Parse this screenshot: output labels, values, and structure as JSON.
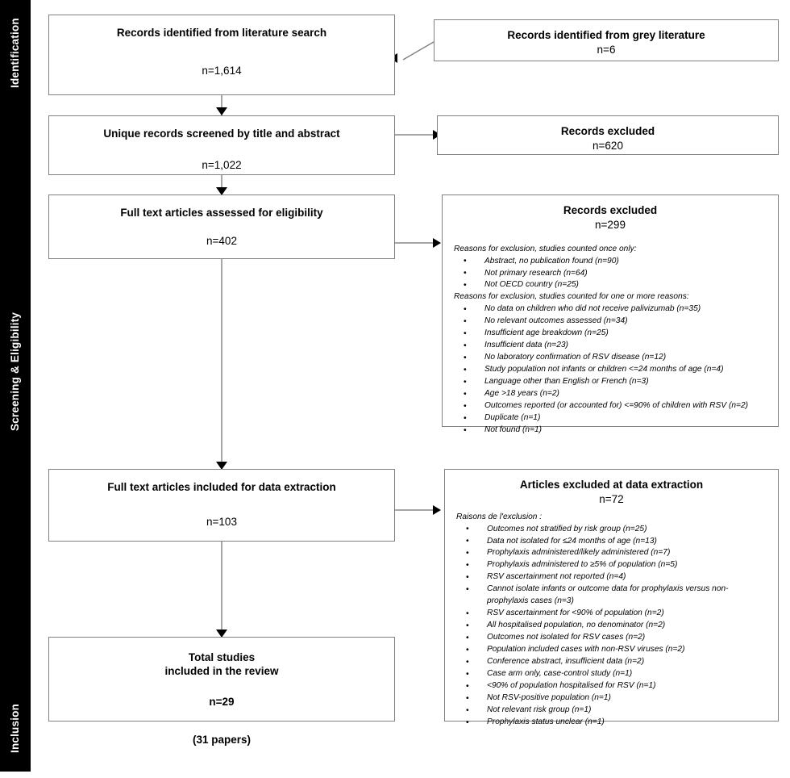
{
  "phases": [
    {
      "label": "Identification"
    },
    {
      "label": "Screening & Eligibility"
    },
    {
      "label": "Inclusion"
    }
  ],
  "boxes": {
    "identified": {
      "title": "Records identified from literature search",
      "count": "n=1,614"
    },
    "grey_literature": {
      "title": "Records identified from grey literature",
      "count": "n=6"
    },
    "screened": {
      "title": "Unique records screened by title and abstract",
      "count": "n=1,022"
    },
    "excluded_screening": {
      "title": "Records excluded",
      "count": "n=620"
    },
    "full_text_assessed": {
      "title": "Full text articles assessed for eligibility",
      "count": "n=402"
    },
    "excluded_eligibility": {
      "title": "Records excluded",
      "count": "n=299",
      "heading_once": "Reasons for exclusion, studies counted once only:",
      "reasons_once": [
        "Abstract, no publication found (n=90)",
        "Not primary research (n=64)",
        "Not OECD country (n=25)"
      ],
      "heading_multi": "Reasons for exclusion, studies counted for one or more reasons:",
      "reasons_multi": [
        "No data on children who did not receive palivizumab (n=35)",
        "No relevant outcomes assessed (n=34)",
        "Insufficient age breakdown (n=25)",
        "Insufficient data (n=23)",
        "No laboratory confirmation of RSV disease (n=12)",
        "Study population not infants or children <=24 months of age (n=4)",
        "Language other than English or French (n=3)",
        "Age >18 years (n=2)",
        "Outcomes reported (or accounted for) <=90% of children with RSV (n=2)",
        "Duplicate (n=1)",
        "Not found (n=1)"
      ]
    },
    "data_extraction": {
      "title": "Full text articles included for data extraction",
      "count": "n=103"
    },
    "excluded_extraction": {
      "title": "Articles excluded at data extraction",
      "count": "n=72",
      "heading": "Raisons de l'exclusion :",
      "reasons": [
        "Outcomes not stratified by risk group (n=25)",
        "Data not isolated for ≤24 months of age (n=13)",
        "Prophylaxis administered/likely administered (n=7)",
        "Prophylaxis administered to ≥5% of population (n=5)",
        "RSV ascertainment not reported (n=4)",
        "Cannot isolate infants or outcome data for prophylaxis versus non-prophylaxis cases (n=3)",
        "RSV ascertainment for <90% of population (n=2)",
        "All hospitalised population, no denominator (n=2)",
        "Outcomes not isolated for RSV cases (n=2)",
        "Population included cases with non-RSV viruses (n=2)",
        "Conference abstract, insufficient data (n=2)",
        "Case arm only, case-control study (n=1)",
        "<90% of population hospitalised for RSV (n=1)",
        "Not RSV-positive population (n=1)",
        "Not relevant risk group (n=1)",
        "Prophylaxis status unclear (n=1)"
      ]
    },
    "total_included": {
      "title_line1": "Total studies",
      "title_line2": "included in the review",
      "count_line1": "n=29",
      "count_line2": "(31 papers)"
    }
  },
  "colors": {
    "rail": "#000000",
    "box_border": "#808080",
    "connector": "#a6a6a6",
    "arrow": "#000000",
    "text": "#000000"
  }
}
